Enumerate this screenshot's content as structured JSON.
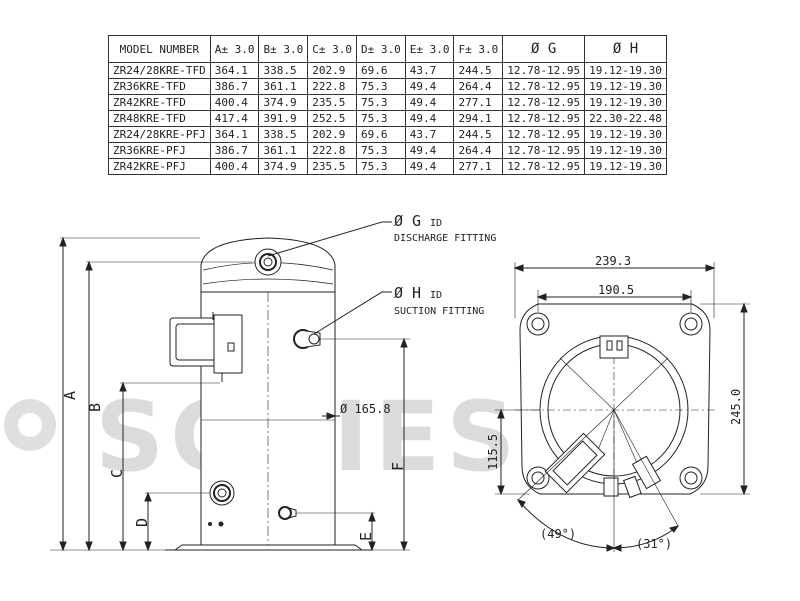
{
  "table": {
    "headers": [
      "MODEL NUMBER",
      "A± 3.0",
      "B± 3.0",
      "C± 3.0",
      "D± 3.0",
      "E± 3.0",
      "F± 3.0",
      "Ø G",
      "Ø H"
    ],
    "rows": [
      [
        "ZR24/28KRE-TFD",
        "364.1",
        "338.5",
        "202.9",
        "69.6",
        "43.7",
        "244.5",
        "12.78-12.95",
        "19.12-19.30"
      ],
      [
        "ZR36KRE-TFD",
        "386.7",
        "361.1",
        "222.8",
        "75.3",
        "49.4",
        "264.4",
        "12.78-12.95",
        "19.12-19.30"
      ],
      [
        "ZR42KRE-TFD",
        "400.4",
        "374.9",
        "235.5",
        "75.3",
        "49.4",
        "277.1",
        "12.78-12.95",
        "19.12-19.30"
      ],
      [
        "ZR48KRE-TFD",
        "417.4",
        "391.9",
        "252.5",
        "75.3",
        "49.4",
        "294.1",
        "12.78-12.95",
        "22.30-22.48"
      ],
      [
        "ZR24/28KRE-PFJ",
        "364.1",
        "338.5",
        "202.9",
        "69.6",
        "43.7",
        "244.5",
        "12.78-12.95",
        "19.12-19.30"
      ],
      [
        "ZR36KRE-PFJ",
        "386.7",
        "361.1",
        "222.8",
        "75.3",
        "49.4",
        "264.4",
        "12.78-12.95",
        "19.12-19.30"
      ],
      [
        "ZR42KRE-PFJ",
        "400.4",
        "374.9",
        "235.5",
        "75.3",
        "49.4",
        "277.1",
        "12.78-12.95",
        "19.12-19.30"
      ]
    ]
  },
  "side_view": {
    "g_label": "Ø G",
    "g_id": "ID",
    "discharge": "DISCHARGE FITTING",
    "h_label": "Ø H",
    "h_id": "ID",
    "suction": "SUCTION FITTING",
    "diameter": "Ø 165.8",
    "dim_a": "A",
    "dim_b": "B",
    "dim_c": "C",
    "dim_d": "D",
    "dim_e": "E",
    "dim_f": "F"
  },
  "top_view": {
    "width_outer": "239.3",
    "width_inner": "190.5",
    "height": "245.0",
    "offset": "115.5",
    "angle_1": "(49°)",
    "angle_2": "(31°)"
  },
  "watermark": "SCHIESSL"
}
